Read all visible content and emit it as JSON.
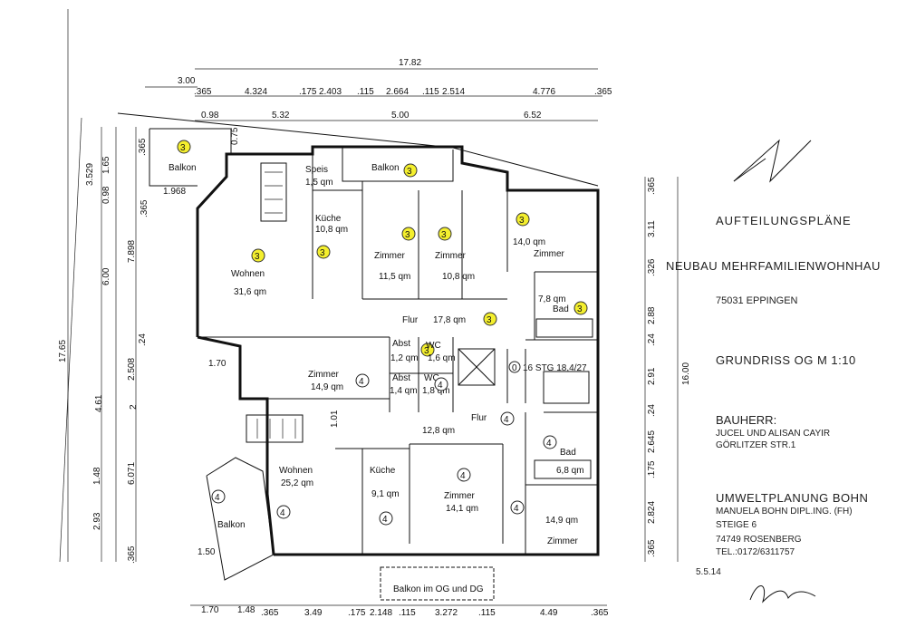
{
  "title_block": {
    "title": "AUFTEILUNGSPLÄNE",
    "project": "NEUBAU MEHRFAMILIENWOHNHAU",
    "city": "75031 EPPINGEN",
    "drawing": "GRUNDRISS OG M 1:10",
    "client_label": "BAUHERR:",
    "client_name": "JUCEL UND ALISAN CAYIR",
    "client_street": "GÖRLITZER STR.1",
    "architect": "UMWELTPLANUNG BOHN",
    "architect_person": "MANUELA BOHN DIPL.ING. (FH)",
    "architect_street": "STEIGE 6",
    "architect_city": "74749 ROSENBERG",
    "architect_phone": "TEL.:0172/6311757",
    "date": "5.5.14",
    "signature": "Boh"
  },
  "dimensions": {
    "top_total": "17.82",
    "top_row1": [
      "3.00"
    ],
    "top_row2": [
      ".365",
      "4.324",
      ".175",
      "2.403",
      ".115",
      "2.664",
      ".115",
      "2.514",
      "4.776",
      ".365"
    ],
    "top_row3": [
      "0.98",
      "5.32",
      "5.00",
      "6.52"
    ],
    "left_outer": [
      "17.65"
    ],
    "left_mid": [
      "6.00",
      "4.61",
      "1.48",
      "2.93"
    ],
    "left_inner": [
      "3.529",
      "0.98",
      "7.898",
      "2.508",
      "6.071",
      ".365"
    ],
    "left_small": [
      "1.65",
      ".365",
      ".24",
      "2"
    ],
    "right_total": "16.00",
    "right_parts": [
      ".365",
      "3.11",
      ".326",
      "2.88",
      ".24",
      "2.91",
      ".24",
      "2.645",
      ".175",
      "2.824",
      ".365"
    ],
    "bottom_row": [
      "1.70",
      "1.48",
      ".365",
      "3.49",
      ".175",
      "2.148",
      ".115",
      "3.272",
      ".115",
      "4.49",
      ".365"
    ],
    "misc": [
      "1.968",
      "1.70",
      "1.50",
      "1.01",
      "0.75",
      ".365"
    ]
  },
  "rooms_apartment_3": [
    {
      "name": "Balkon",
      "area": "",
      "marker": "3"
    },
    {
      "name": "Speis",
      "area": "1,5 qm",
      "marker": ""
    },
    {
      "name": "Balkon",
      "area": "",
      "marker": "3"
    },
    {
      "name": "Küche",
      "area": "10,8 qm",
      "marker": "3"
    },
    {
      "name": "Zimmer",
      "area": "11,5 qm",
      "marker": "3"
    },
    {
      "name": "Zimmer",
      "area": "10,8 qm",
      "marker": "3"
    },
    {
      "name": "Zimmer",
      "area": "14,0 qm",
      "marker": "3"
    },
    {
      "name": "Wohnen",
      "area": "31,6 qm",
      "marker": "3"
    },
    {
      "name": "Bad",
      "area": "7,8 qm",
      "marker": "3"
    },
    {
      "name": "Flur",
      "area": "17,8 qm",
      "marker": "3"
    },
    {
      "name": "Abst",
      "area": "1,2 qm",
      "marker": ""
    },
    {
      "name": "WC",
      "area": "1,6 qm",
      "marker": "3"
    }
  ],
  "rooms_apartment_4": [
    {
      "name": "Zimmer",
      "area": "14,9 qm",
      "marker": "4"
    },
    {
      "name": "Abst",
      "area": "1,4 qm",
      "marker": ""
    },
    {
      "name": "WC",
      "area": "1,8 qm",
      "marker": "4"
    },
    {
      "name": "Flur",
      "area": "12,8 qm",
      "marker": "4"
    },
    {
      "name": "Wohnen",
      "area": "25,2 qm",
      "marker": "4"
    },
    {
      "name": "Küche",
      "area": "9,1 qm",
      "marker": "4"
    },
    {
      "name": "Zimmer",
      "area": "14,1 qm",
      "marker": "4"
    },
    {
      "name": "Bad",
      "area": "6,8 qm",
      "marker": "4"
    },
    {
      "name": "Zimmer",
      "area": "14,9 qm",
      "marker": "4"
    },
    {
      "name": "Balkon",
      "area": "",
      "marker": "4"
    }
  ],
  "stair": {
    "label": "16 STG 18,4/27",
    "marker": "0"
  },
  "balcony_note": "Balkon im OG und DG",
  "colors": {
    "marker_yellow": "#f4ef2e",
    "ink": "#111111"
  }
}
